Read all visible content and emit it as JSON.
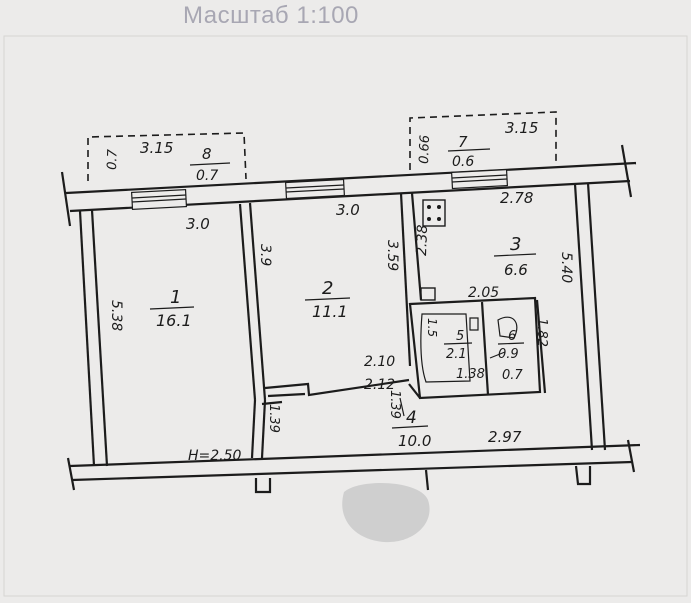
{
  "header": {
    "scale_title": "Масштаб 1:100"
  },
  "balconies": [
    {
      "number": "8",
      "area": "0.7",
      "width": "3.15",
      "depth": "0.7"
    },
    {
      "number": "7",
      "area": "0.6",
      "width": "3.15",
      "depth": "0.66"
    }
  ],
  "rooms": [
    {
      "number": "1",
      "area": "16.1"
    },
    {
      "number": "2",
      "area": "11.1"
    },
    {
      "number": "3",
      "area": "6.6"
    },
    {
      "number": "4",
      "area": "10.0"
    },
    {
      "number": "5",
      "area": "2.1"
    },
    {
      "number": "6",
      "area": "0.9"
    }
  ],
  "dimensions": {
    "room1_width": "3.0",
    "room1_length": "5.38",
    "room2_width": "3.0",
    "room2_left": "3.9",
    "room2_right": "3.59",
    "kitchen_width": "2.78",
    "kitchen_left": "2.38",
    "kitchen_right": "5.40",
    "kitchen_inner": "2.05",
    "bath_side": "1.5",
    "bath_width": "1.38",
    "wc_width": "0.7",
    "wc_side": "1.82",
    "hall_a": "2.10",
    "hall_b": "2.12",
    "hall_c": "1.39",
    "corridor": "1.39",
    "hall_bottom": "2.97",
    "ceiling_height": "H=2.50"
  }
}
